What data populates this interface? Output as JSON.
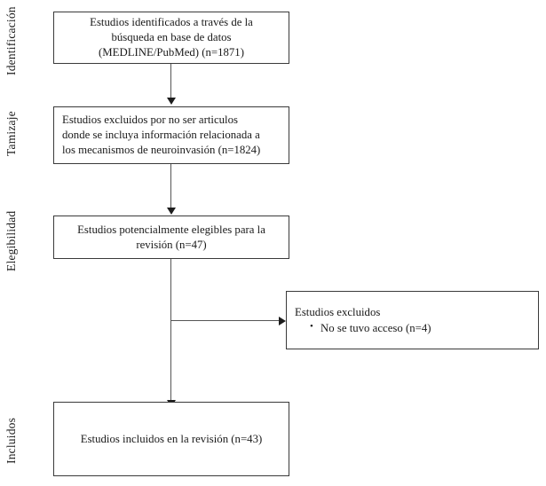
{
  "diagram": {
    "type": "prisma-flow-diagram",
    "language": "es",
    "background_color": "#ffffff",
    "box_border_color": "#3a3a3a",
    "connector_color": "#555555",
    "text_color": "#1a1a1a"
  },
  "stages": [
    {
      "id": "identificacion",
      "label": "Identificación"
    },
    {
      "id": "tamizaje",
      "label": "Tamizaje"
    },
    {
      "id": "elegibilidad",
      "label": "Elegibilidad"
    },
    {
      "id": "incluidos",
      "label": "Incluidos"
    }
  ],
  "boxes": {
    "identified": {
      "line1": "Estudios identificados a través de la",
      "line2": "búsqueda en base de datos",
      "line3": "(MEDLINE/PubMed) (n=1871)",
      "count": "1871"
    },
    "screened_excluded": {
      "line1": "Estudios excluidos por no ser articulos",
      "line2": "donde se incluya información relacionada a",
      "line3": "los mecanismos de neuroinvasión (n=1824)",
      "count": "1824"
    },
    "eligible": {
      "line1": "Estudios potencialmente elegibles para la",
      "line2": "revisión (n=47)",
      "count": "47"
    },
    "excluded_side": {
      "title": "Estudios excluidos",
      "items": [
        "No se tuvo acceso (n=4)"
      ],
      "count": "4"
    },
    "included": {
      "line1": "Estudios incluidos en la revisión (n=43)",
      "count": "43"
    }
  }
}
